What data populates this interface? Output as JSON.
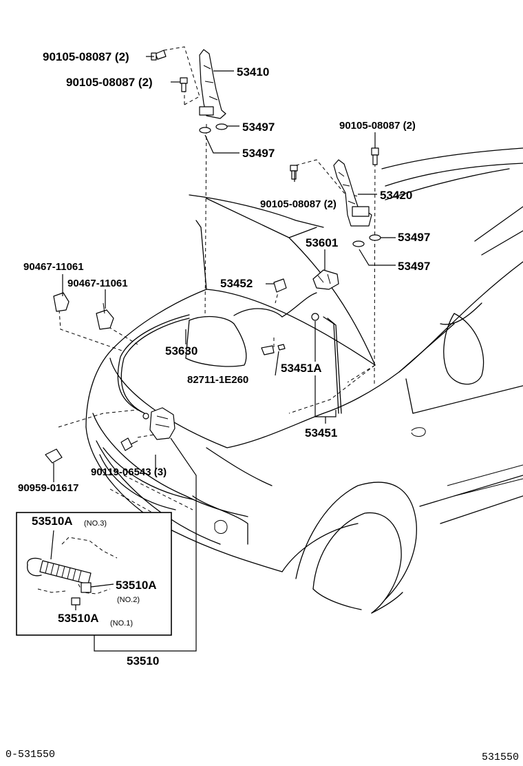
{
  "labels": {
    "hinge_bolt_left_top": "90105-08087 (2)",
    "hinge_bolt_left_mid": "90105-08087 (2)",
    "hinge_left": "53410",
    "washer_left_1": "53497",
    "washer_left_2": "53497",
    "hinge_bolt_right_top": "90105-08087 (2)",
    "hinge_bolt_right_mid": "90105-08087 (2)",
    "hinge_right": "53420",
    "washer_right_1": "53497",
    "washer_right_2": "53497",
    "hood_lock_clip": "53601",
    "clip_left_1": "90467-11061",
    "clip_left_2": "90467-11061",
    "cable_clamp": "53452",
    "release_cable": "53630",
    "hood_support_end": "53451A",
    "wire_clamp": "82711-1E260",
    "hood_support_rod": "53451",
    "lock_bolt": "90119-06543 (3)",
    "grommet": "90959-01617",
    "lock_assy": "53510",
    "inset_part_no3": "53510A",
    "inset_part_no3_sub": "(NO.3)",
    "inset_part_no2": "53510A",
    "inset_part_no2_sub": "(NO.2)",
    "inset_part_no1": "53510A",
    "inset_part_no1_sub": "(NO.1)"
  },
  "footer": {
    "left_code": "0-531550",
    "right_code": "531550"
  }
}
